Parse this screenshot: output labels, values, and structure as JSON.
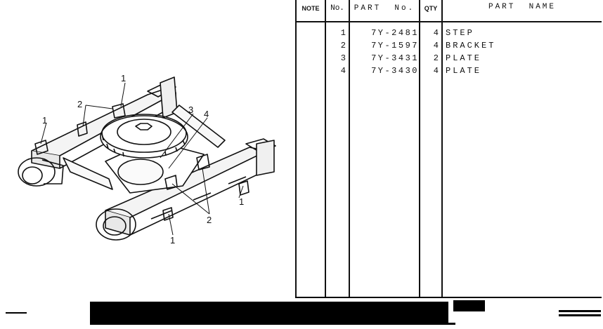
{
  "table": {
    "headers": {
      "note": "NOTE",
      "no": "No.",
      "part_no": "PART  No.",
      "qty": "QTY",
      "part_name": "PART  NAME"
    },
    "rows": [
      {
        "no": "1",
        "part_no": "7Y-2481",
        "qty": "4",
        "name": "STEP"
      },
      {
        "no": "2",
        "part_no": "7Y-1597",
        "qty": "4",
        "name": "BRACKET"
      },
      {
        "no": "3",
        "part_no": "7Y-3431",
        "qty": "2",
        "name": "PLATE"
      },
      {
        "no": "4",
        "part_no": "7Y-3430",
        "qty": "4",
        "name": "PLATE"
      }
    ]
  },
  "diagram": {
    "callouts": [
      "1",
      "2",
      "3",
      "4",
      "1",
      "1",
      "2",
      "1"
    ]
  }
}
